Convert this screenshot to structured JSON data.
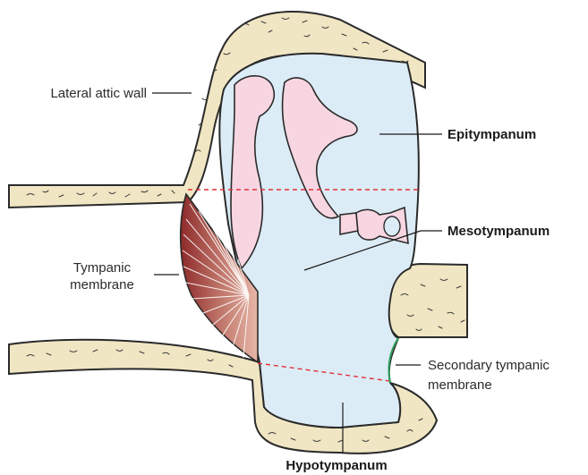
{
  "diagram": {
    "labels": {
      "lateral_attic_wall": "Lateral attic wall",
      "epitympanum": "Epitympanum",
      "mesotympanum": "Mesotympanum",
      "tympanic_membrane": [
        "Tympanic",
        "membrane"
      ],
      "secondary_tympanic_membrane": [
        "Secondary tympanic",
        "membrane"
      ],
      "hypotympanum": "Hypotympanum"
    },
    "colors": {
      "bone": "#f1e6c4",
      "bone_outline": "#2a2a2a",
      "cavity": "#dcecf6",
      "ossicles": "#f7d6e2",
      "tympanic_membrane": "#b86b62",
      "division_line": "#e0303a",
      "secondary_membrane": "#2e9e5a"
    }
  }
}
